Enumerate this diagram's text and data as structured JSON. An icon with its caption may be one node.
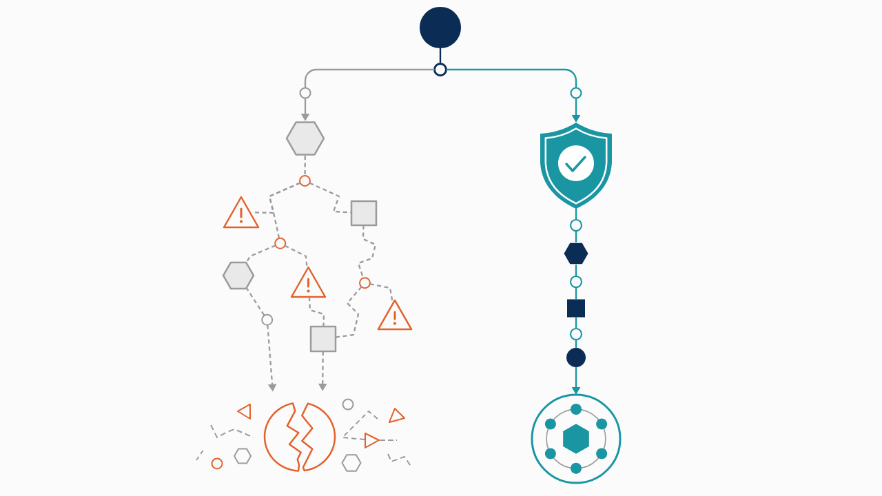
{
  "diagram": {
    "nodes": [
      {
        "text": [],
        "shape": "circle"
      },
      {
        "text": [],
        "shape": "circle"
      },
      {
        "text": [],
        "shape": "circle"
      },
      {
        "text": [],
        "shape": "circle"
      },
      {
        "text": [],
        "shape": "hexagon"
      },
      {
        "text": [],
        "shape": "shield"
      },
      {
        "text": [],
        "shape": "circle"
      },
      {
        "text": [],
        "shape": "triangle"
      },
      {
        "text": [],
        "shape": "box"
      },
      {
        "text": [],
        "shape": "circle"
      },
      {
        "text": [],
        "shape": "hexagon"
      },
      {
        "text": [],
        "shape": "triangle"
      },
      {
        "text": [],
        "shape": "circle"
      },
      {
        "text": [],
        "shape": "triangle"
      },
      {
        "text": [],
        "shape": "circle"
      },
      {
        "text": [],
        "shape": "box"
      },
      {
        "text": [],
        "shape": "circle"
      },
      {
        "text": [],
        "shape": "circle"
      },
      {
        "text": [],
        "shape": "hexagon"
      },
      {
        "text": [],
        "shape": "circle"
      },
      {
        "text": [],
        "shape": "box"
      },
      {
        "text": [],
        "shape": "circle"
      },
      {
        "text": [],
        "shape": "circle"
      },
      {
        "text": [],
        "shape": "circle"
      }
    ],
    "edges": [
      {
        "from": 0,
        "to": 1,
        "arrow": "none",
        "color": "#0b2d55"
      },
      {
        "from": 1,
        "to": 2,
        "arrow": "none"
      },
      {
        "from": 2,
        "to": 4,
        "arrow": "to"
      },
      {
        "from": 1,
        "to": 3,
        "arrow": "none",
        "color": "#1a96a3"
      },
      {
        "from": 3,
        "to": 5,
        "arrow": "to",
        "color": "#1a96a3"
      },
      {
        "from": 4,
        "to": 6,
        "arrow": "none",
        "style": "dashed"
      },
      {
        "from": 6,
        "to": 7,
        "arrow": "none",
        "style": "dashed"
      },
      {
        "from": 6,
        "to": 9,
        "arrow": "none",
        "style": "dashed"
      },
      {
        "from": 6,
        "to": 8,
        "arrow": "none",
        "style": "dashed"
      },
      {
        "from": 8,
        "to": 12,
        "arrow": "none",
        "style": "dashed"
      },
      {
        "from": 9,
        "to": 10,
        "arrow": "none",
        "style": "dashed"
      },
      {
        "from": 9,
        "to": 11,
        "arrow": "none",
        "style": "dashed"
      },
      {
        "from": 10,
        "to": 14,
        "arrow": "none",
        "style": "dashed"
      },
      {
        "from": 14,
        "to": 16,
        "arrow": "to",
        "style": "dashed"
      },
      {
        "from": 11,
        "to": 15,
        "arrow": "none",
        "style": "dashed"
      },
      {
        "from": 15,
        "to": 16,
        "arrow": "to",
        "style": "dashed"
      },
      {
        "from": 12,
        "to": 13,
        "arrow": "none",
        "style": "dashed"
      },
      {
        "from": 12,
        "to": 15,
        "arrow": "none",
        "style": "dashed"
      },
      {
        "from": 5,
        "to": 17,
        "arrow": "none",
        "color": "#1a96a3"
      },
      {
        "from": 17,
        "to": 18,
        "arrow": "none",
        "color": "#1a96a3"
      },
      {
        "from": 18,
        "to": 19,
        "arrow": "none",
        "color": "#1a96a3"
      },
      {
        "from": 19,
        "to": 20,
        "arrow": "none",
        "color": "#1a96a3"
      },
      {
        "from": 20,
        "to": 21,
        "arrow": "none",
        "color": "#1a96a3"
      },
      {
        "from": 21,
        "to": 22,
        "arrow": "none",
        "color": "#1a96a3"
      },
      {
        "from": 22,
        "to": 23,
        "arrow": "to",
        "color": "#1a96a3"
      }
    ]
  }
}
